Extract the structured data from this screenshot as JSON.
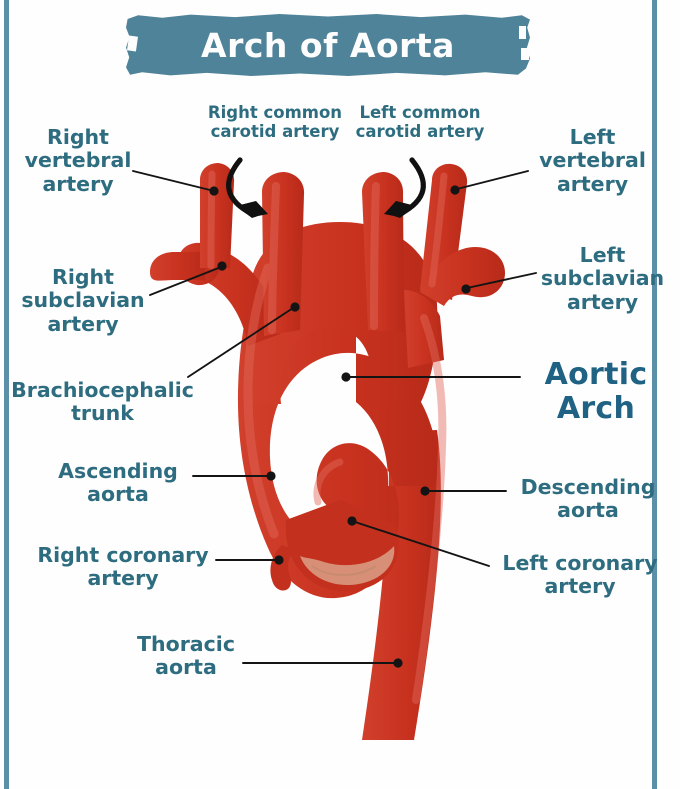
{
  "page": {
    "title": "Arch of Aorta",
    "background_color": "#fefefe",
    "border_color": "#5b90a8",
    "banner_color": "#4f8399",
    "label_color": "#2e6d80",
    "heading_color": "#1f6283",
    "artery_color": "#c8321f",
    "artery_highlight_color": "#d9574a",
    "valve_color": "#d79077",
    "leader_color": "#141414"
  },
  "diagram": {
    "subject": "Arch of Aorta",
    "labels": [
      {
        "id": "right-vertebral-artery",
        "text_lines": [
          "Right",
          "vertebral",
          "artery"
        ],
        "size": "large"
      },
      {
        "id": "right-common-carotid",
        "text_lines": [
          "Right common",
          "carotid artery"
        ],
        "size": "small"
      },
      {
        "id": "left-common-carotid",
        "text_lines": [
          "Left common",
          "carotid artery"
        ],
        "size": "small"
      },
      {
        "id": "left-vertebral-artery",
        "text_lines": [
          "Left",
          "vertebral",
          "artery"
        ],
        "size": "large"
      },
      {
        "id": "right-subclavian-artery",
        "text_lines": [
          "Right",
          "subclavian",
          "artery"
        ],
        "size": "large"
      },
      {
        "id": "left-subclavian-artery",
        "text_lines": [
          "Left",
          "subclavian",
          "artery"
        ],
        "size": "large"
      },
      {
        "id": "brachiocephalic-trunk",
        "text_lines": [
          "Brachiocephalic",
          "trunk"
        ],
        "size": "large"
      },
      {
        "id": "aortic-arch",
        "text_lines": [
          "Aortic",
          "Arch"
        ],
        "size": "xlarge"
      },
      {
        "id": "ascending-aorta",
        "text_lines": [
          "Ascending",
          "aorta"
        ],
        "size": "large"
      },
      {
        "id": "descending-aorta",
        "text_lines": [
          "Descending",
          "aorta"
        ],
        "size": "large"
      },
      {
        "id": "right-coronary-artery",
        "text_lines": [
          "Right coronary",
          "artery"
        ],
        "size": "large"
      },
      {
        "id": "left-coronary-artery",
        "text_lines": [
          "Left coronary",
          "artery"
        ],
        "size": "large"
      },
      {
        "id": "thoracic-aorta",
        "text_lines": [
          "Thoracic",
          "aorta"
        ],
        "size": "large"
      }
    ],
    "flow_arrows": [
      {
        "id": "right-carotid-flow-arrow",
        "direction": "down"
      },
      {
        "id": "left-carotid-flow-arrow",
        "direction": "down"
      }
    ]
  }
}
